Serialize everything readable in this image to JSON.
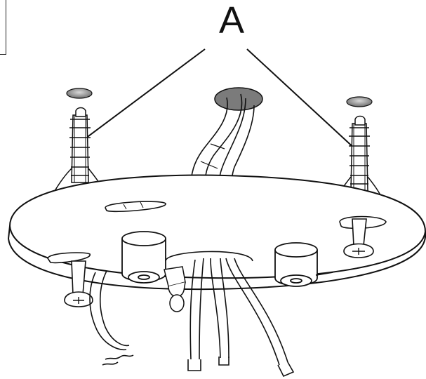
{
  "callout": {
    "label": "A"
  },
  "parts": {
    "ceiling_holes": [
      "left-hole",
      "right-hole"
    ],
    "anchors": [
      "left-wall-anchor",
      "right-wall-anchor"
    ],
    "screws": [
      "left-screw",
      "right-screw"
    ],
    "bosses": [
      "left-boss",
      "right-boss"
    ]
  },
  "colors": {
    "stroke": "#111111",
    "hole_fill": "#8f8f8f",
    "background": "#ffffff"
  }
}
